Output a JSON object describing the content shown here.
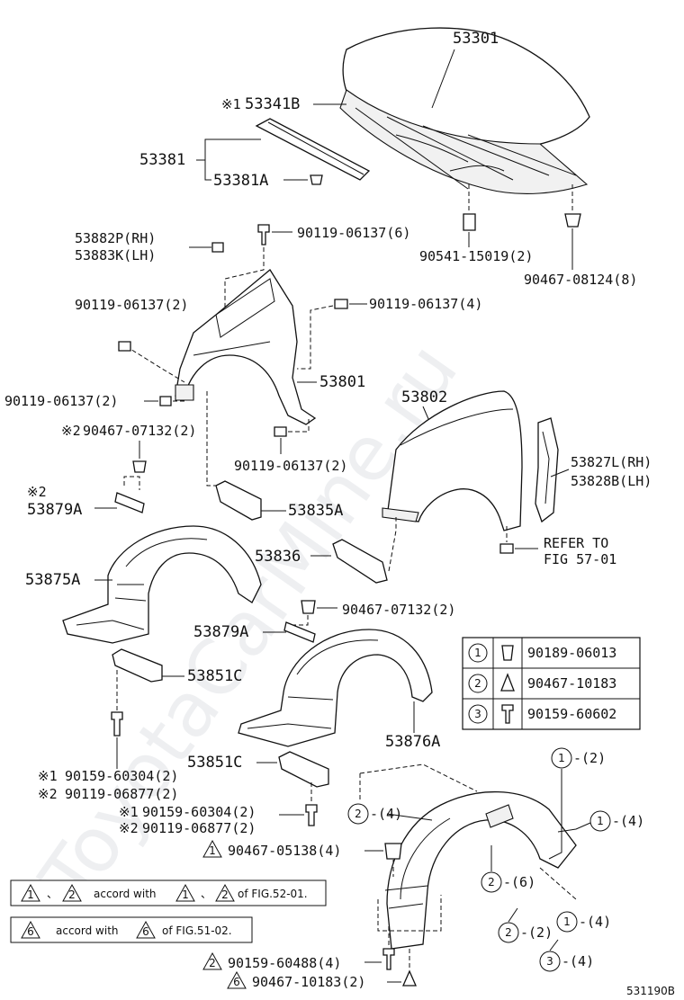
{
  "watermark": "ToyotaCarMine.ru",
  "figure_id": "531190B",
  "labels": {
    "hood": "53301",
    "seal_hood": "53341B",
    "seal_hood_mark": "※1",
    "seal_group": "53381",
    "seal_clip": "53381A",
    "bracket_rh": "53882P(RH)",
    "bracket_lh": "53883K(LH)",
    "bolt_90119_6": "90119-06137(6)",
    "cushion": "90541-15019(2)",
    "clip_hood": "90467-08124(8)",
    "bolt_top_left_2": "90119-06137(2)",
    "bolt_right_4": "90119-06137(4)",
    "fender_lh": "53801",
    "bolt_mid_left_2": "90119-06137(2)",
    "fender_rh": "53802",
    "clip_07132_left": "90467-07132(2)",
    "clip_07132_left_mark": "※2",
    "bolt_lower_2": "90119-06137(2)",
    "seal_side_rh": "53827L(RH)",
    "seal_side_lh": "53828B(LH)",
    "mark_2": "※2",
    "clip_53879_left": "53879A",
    "bracket_53835": "53835A",
    "refer_line1": "REFER TO",
    "refer_line2": "FIG 57-01",
    "bracket_53836": "53836",
    "liner_lh": "53875A",
    "clip_07132_right": "90467-07132(2)",
    "clip_53879_right": "53879A",
    "seal_53851_left": "53851C",
    "liner_rh": "53876A",
    "seal_53851_right": "53851C",
    "screw_60304_left": "90159-60304(2)",
    "screw_60304_left_mark": "※1",
    "bolt_06877_left": "90119-06877(2)",
    "bolt_06877_left_mark": "※2",
    "screw_60304_right": "90159-60304(2)",
    "screw_60304_right_mark": "※1",
    "bolt_06877_right": "90119-06877(2)",
    "bolt_06877_right_mark": "※2",
    "clip_05138": "90467-05138(4)",
    "screw_60488": "90159-60488(4)",
    "clip_10183": "90467-10183(2)"
  },
  "legend_table": [
    {
      "num": "1",
      "part": "90189-06013"
    },
    {
      "num": "2",
      "part": "90467-10183"
    },
    {
      "num": "3",
      "part": "90159-60602"
    }
  ],
  "callouts": {
    "c1_top": "-(2)",
    "c1_right": "-(4)",
    "c2_left": "-(4)",
    "c2_mid": "-(6)",
    "c2_low": "-(2)",
    "c1_low": "-(4)",
    "c3_low": "-(4)"
  },
  "notes": {
    "note1_sep": "、",
    "note1_text1": "accord with",
    "note1_text2": "of FIG.52-01.",
    "note2_text1": "accord with",
    "note2_text2": "of FIG.51-02."
  }
}
